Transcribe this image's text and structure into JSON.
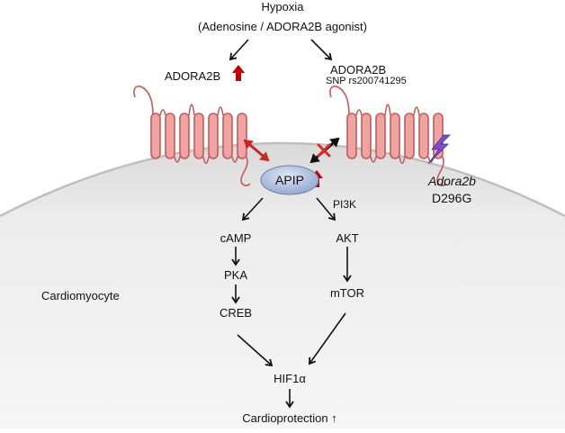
{
  "stimulus": {
    "line1": "Hypoxia",
    "line2": "(Adenosine / ADORA2B agonist)"
  },
  "receptors": {
    "left_label": "ADORA2B",
    "right_label": "ADORA2B",
    "right_snp": "SNP rs200741295"
  },
  "mutant": {
    "gene": "Adora2b",
    "variant": "D296G"
  },
  "apip": {
    "label": "APIP"
  },
  "pathway": {
    "left": [
      "cAMP",
      "PKA",
      "CREB"
    ],
    "right_kinase": "PI3K",
    "right": [
      "AKT",
      "mTOR"
    ],
    "converge": "HIF1α",
    "outcome": "Cardioprotection ↑"
  },
  "cell": {
    "label": "Cardiomyocyte"
  },
  "colors": {
    "receptor_fill": "#f0a3a3",
    "receptor_stroke": "#c55a5a",
    "up_arrow": "#c00000",
    "apip_fill": "#aebfdc",
    "mutation": "#7b4fc9",
    "cell_fill": "#e6e6e6"
  }
}
